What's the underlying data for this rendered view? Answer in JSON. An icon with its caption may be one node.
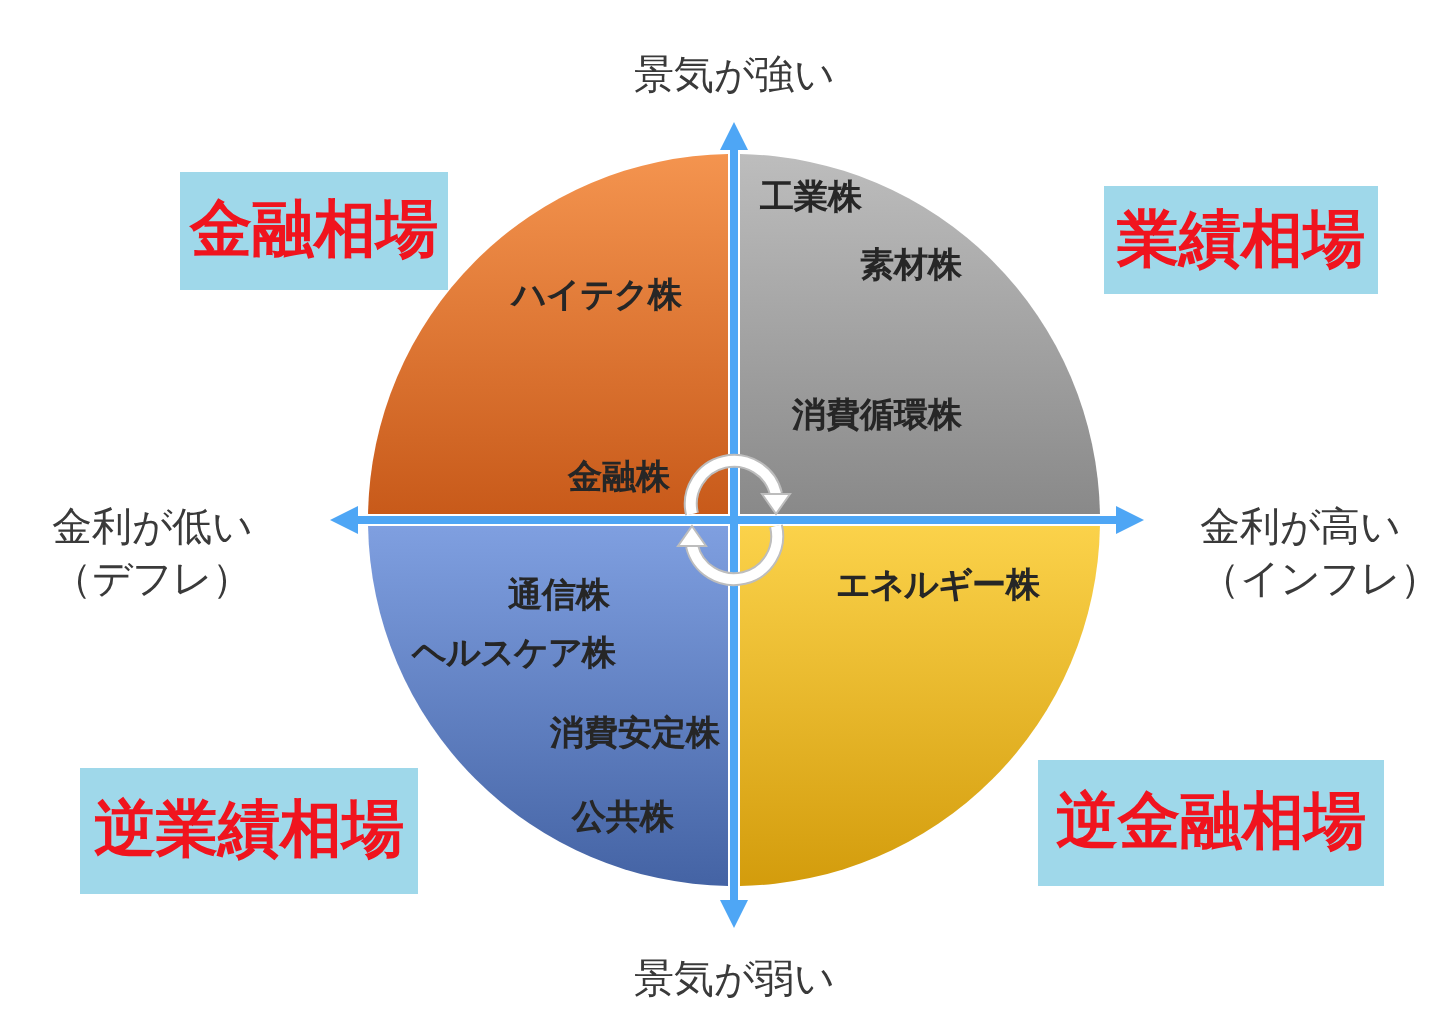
{
  "diagram": {
    "nodes": [
      {
        "text": [
          "金融相場"
        ]
      },
      {
        "text": [
          "ハイテク株",
          "金融株"
        ]
      },
      {
        "text": [
          "工業株",
          "素材株",
          "消費循環株"
        ]
      },
      {
        "text": [
          "業績相場"
        ]
      },
      {
        "text": [
          "通信株",
          "ヘルスケア株",
          "消費安定株",
          "公共株"
        ]
      },
      {
        "text": [
          "エネルギー株"
        ]
      },
      {
        "text": [
          "逆業績相場"
        ]
      },
      {
        "text": [
          "逆金融相場"
        ]
      }
    ],
    "edges": [
      {
        "from": 1,
        "to": 2,
        "arrow": "to"
      },
      {
        "from": 5,
        "to": 4,
        "arrow": "to"
      }
    ],
    "labels": [
      "景気が強い",
      "金利が低い（デフレ）",
      "金利が高い（インフレ）",
      "景気が弱い"
    ]
  }
}
